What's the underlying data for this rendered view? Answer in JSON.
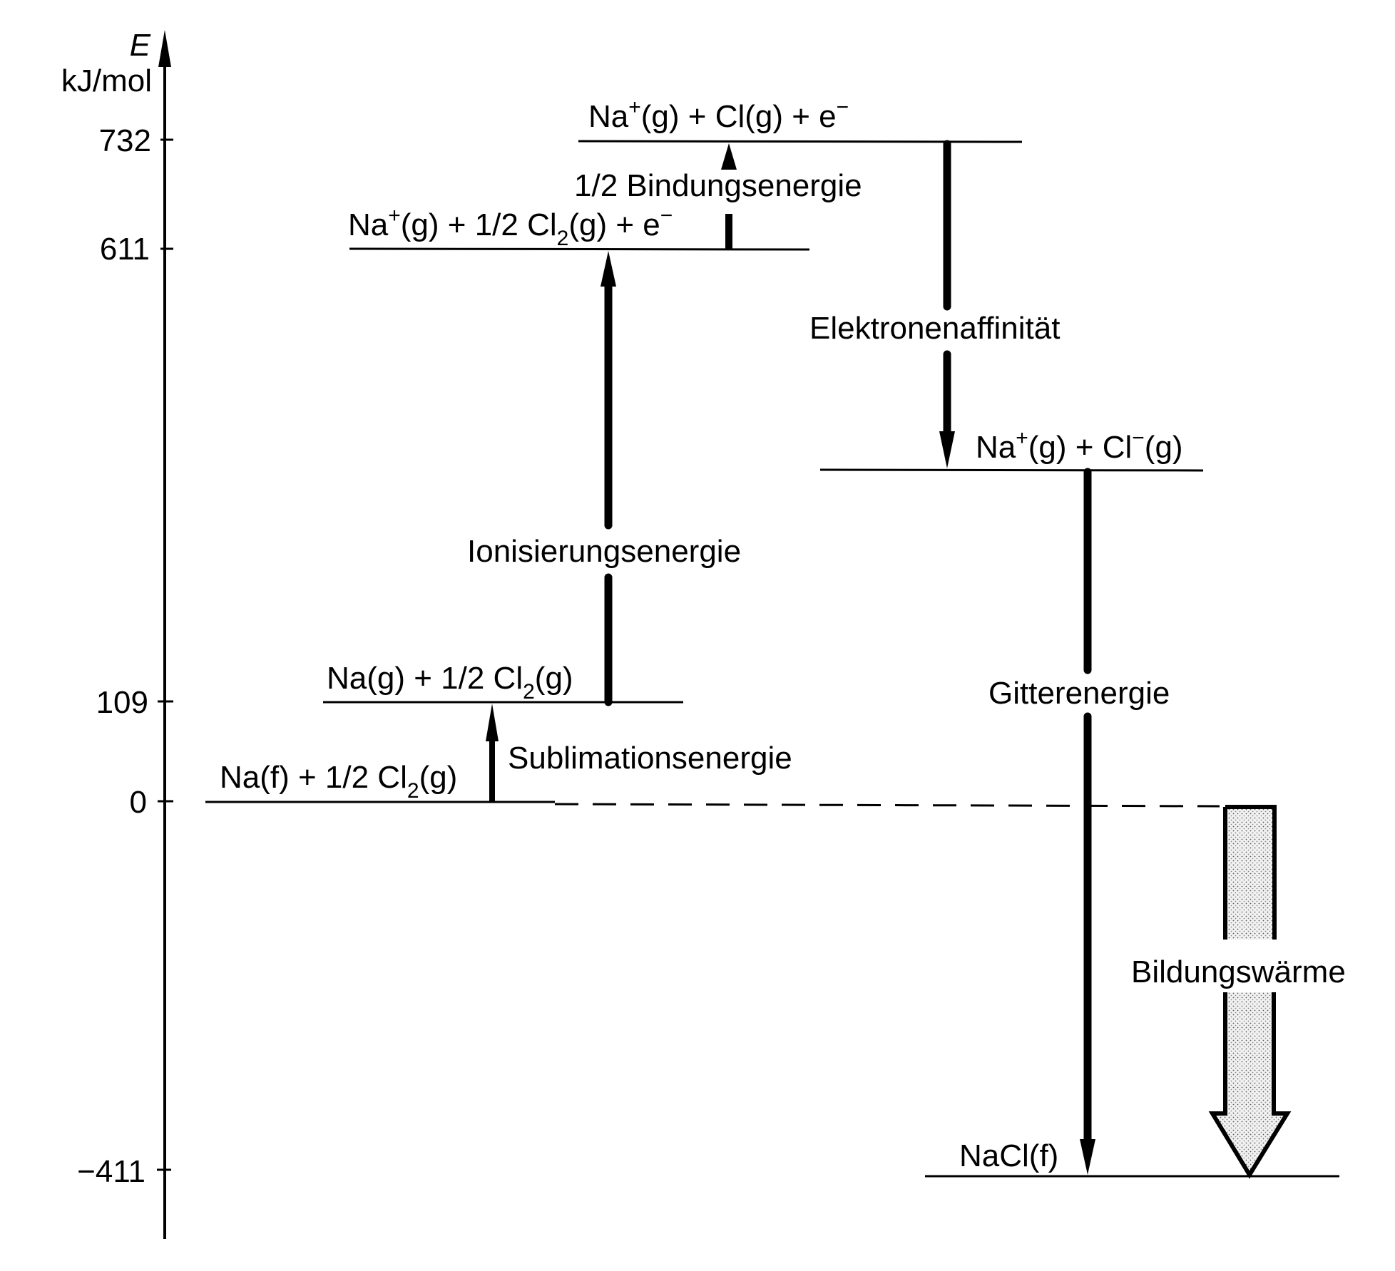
{
  "chart_data": {
    "type": "energy-level-diagram",
    "title": "Born-Haber-Kreisprozess NaCl",
    "axis": {
      "symbol": "E",
      "unit": "kJ/mol",
      "ticks": [
        {
          "value": 732,
          "label": "732"
        },
        {
          "value": 611,
          "label": "611"
        },
        {
          "value": 109,
          "label": "109"
        },
        {
          "value": 0,
          "label": "0"
        },
        {
          "value": -411,
          "label": "−411"
        }
      ]
    },
    "levels": [
      {
        "id": "na_s",
        "energy": 0,
        "label": [
          "Na(f) + 1/2 Cl",
          "2",
          "(g)"
        ],
        "style": "solid-then-dashed"
      },
      {
        "id": "na_g",
        "energy": 109,
        "label": [
          "Na(g) + 1/2 Cl",
          "2",
          "(g)"
        ]
      },
      {
        "id": "na_ion",
        "energy": 611,
        "label": [
          "Na",
          "+",
          "(g) + 1/2 Cl",
          "2",
          "(g) + e",
          "−"
        ]
      },
      {
        "id": "cl_atom",
        "energy": 732,
        "label": [
          "Na",
          "+",
          "(g) + Cl(g) + e",
          "−"
        ]
      },
      {
        "id": "ions",
        "energy": null,
        "label": [
          "Na",
          "+",
          "(g) + Cl",
          "−",
          "(g)"
        ]
      },
      {
        "id": "nacl",
        "energy": -411,
        "label": [
          "NaCl(f)"
        ]
      }
    ],
    "transitions": [
      {
        "name": "Sublimationsenergie",
        "from": "na_s",
        "to": "na_g",
        "delta": 109,
        "direction": "up"
      },
      {
        "name": "Ionisierungsenergie",
        "from": "na_g",
        "to": "na_ion",
        "delta": 502,
        "direction": "up"
      },
      {
        "name": "1/2 Bindungsenergie",
        "from": "na_ion",
        "to": "cl_atom",
        "delta": 121,
        "direction": "up"
      },
      {
        "name": "Elektronenaffinität",
        "from": "cl_atom",
        "to": "ions",
        "direction": "down"
      },
      {
        "name": "Gitterenergie",
        "from": "ions",
        "to": "nacl",
        "direction": "down"
      },
      {
        "name": "Bildungswärme",
        "from": "na_s",
        "to": "nacl",
        "delta": -411,
        "direction": "down",
        "style": "hollow-shaded"
      }
    ]
  },
  "labels": {
    "axis_symbol": "E",
    "axis_unit": "kJ/mol",
    "tick_732": "732",
    "tick_611": "611",
    "tick_109": "109",
    "tick_0": "0",
    "tick_m411": "−411",
    "sublimation": "Sublimationsenergie",
    "ionization": "Ionisierungsenergie",
    "bond": "1/2 Bindungsenergie",
    "affinity": "Elektronenaffinität",
    "lattice": "Gitterenergie",
    "formation": "Bildungswärme",
    "nacl": "NaCl(f)",
    "na_s_a": "Na(f) + 1/2 Cl",
    "na_s_sub": "2",
    "na_s_b": "(g)",
    "na_g_a": "Na(g) + 1/2 Cl",
    "na_g_sub": "2",
    "na_g_b": "(g)",
    "na_ion_a": "Na",
    "na_ion_sup": "+",
    "na_ion_b": "(g) + 1/2 Cl",
    "na_ion_sub": "2",
    "na_ion_c": "(g) + e",
    "na_ion_sup2": "−",
    "cl_atom_a": "Na",
    "cl_atom_sup": "+",
    "cl_atom_b": "(g) + Cl(g) + e",
    "cl_atom_sup2": "−",
    "ions_a": "Na",
    "ions_sup": "+",
    "ions_b": "(g) + Cl",
    "ions_sup2": "−",
    "ions_c": "(g)"
  }
}
